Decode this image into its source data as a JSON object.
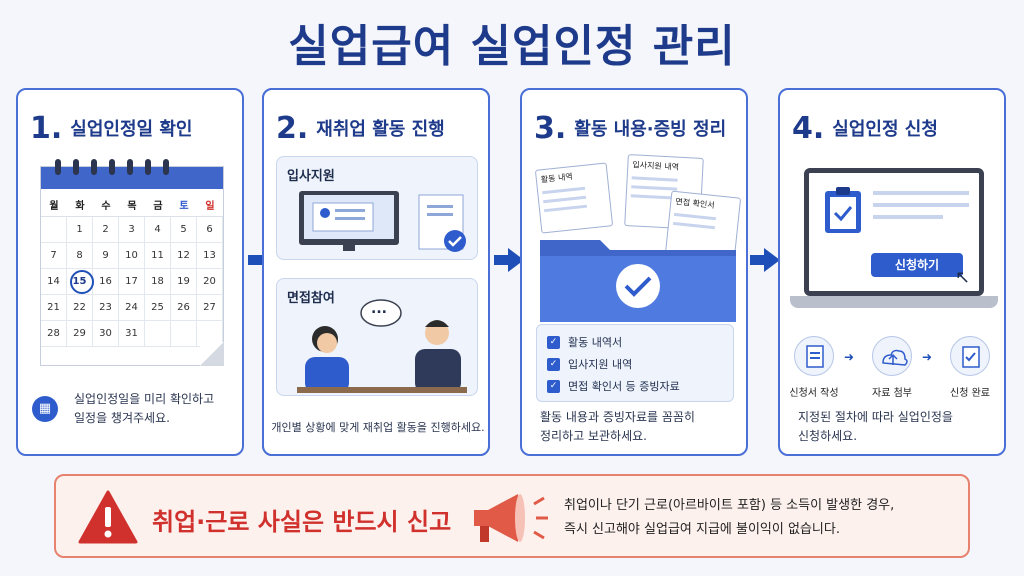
{
  "title": "실업급여 실업인정 관리",
  "steps": [
    {
      "num": "1.",
      "title": "실업인정일 확인",
      "calendar": {
        "weekdays": [
          "월",
          "화",
          "수",
          "목",
          "금",
          "토",
          "일"
        ],
        "days": [
          "",
          "1",
          "2",
          "3",
          "4",
          "5",
          "6",
          "7",
          "8",
          "9",
          "10",
          "11",
          "12",
          "13",
          "14",
          "15",
          "16",
          "17",
          "18",
          "19",
          "20",
          "21",
          "22",
          "23",
          "24",
          "25",
          "26",
          "27",
          "28",
          "29",
          "30",
          "31",
          "",
          "",
          ""
        ],
        "highlight": "15"
      },
      "desc_line1": "실업인정일을 미리 확인하고",
      "desc_line2": "일정을 챙겨주세요."
    },
    {
      "num": "2.",
      "title": "재취업 활동 진행",
      "panel1_label": "입사지원",
      "panel2_label": "면접참여",
      "bubble": "...",
      "desc": "개인별 상황에 맞게 재취업 활동을 진행하세요."
    },
    {
      "num": "3.",
      "title": "활동 내용·증빙 정리",
      "docs": [
        "활동 내역",
        "입사지원 내역",
        "면접 확인서"
      ],
      "checklist": [
        "활동 내역서",
        "입사지원 내역",
        "면접 확인서 등 증빙자료"
      ],
      "desc_line1": "활동 내용과 증빙자료를 꼼꼼히",
      "desc_line2": "정리하고 보관하세요."
    },
    {
      "num": "4.",
      "title": "실업인정 신청",
      "button": "신청하기",
      "flow": [
        "신청서 작성",
        "자료 첨부",
        "신청 완료"
      ],
      "desc_line1": "지정된 절차에 따라 실업인정을",
      "desc_line2": "신청하세요."
    }
  ],
  "banner": {
    "title": "취업·근로 사실은 반드시 신고",
    "line1": "취업이나 단기 근로(아르바이트 포함) 등 소득이 발생한 경우,",
    "line2": "즉시 신고해야 실업급여 지급에 불이익이 없습니다."
  },
  "colors": {
    "primary": "#1e3a8a",
    "accent": "#2f5ccc",
    "warning": "#d0312d"
  }
}
